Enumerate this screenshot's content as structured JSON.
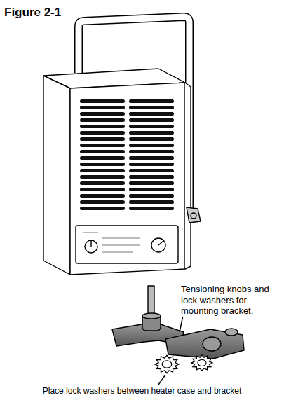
{
  "diagram": {
    "title": "Figure 2-1",
    "labels": [
      "Tensioning knobs and lock washers for mounting bracket.",
      "Place lock washers between heater case and bracket"
    ]
  }
}
